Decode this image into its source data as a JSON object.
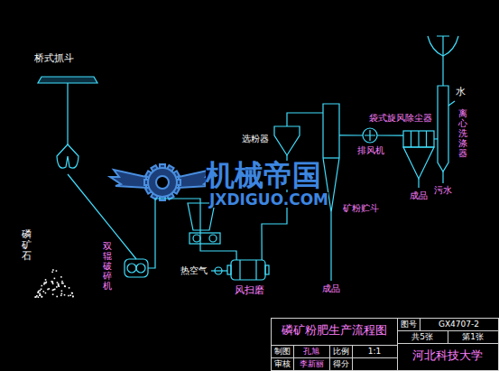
{
  "diagram": {
    "title": "磷矿粉肥生产流程图",
    "nodes": [
      {
        "text": [
          "桥式抓斗"
        ]
      },
      {
        "text": [
          "磷矿石"
        ]
      },
      {
        "text": [
          "双辊破碎机"
        ]
      },
      {
        "text": [
          "风扫磨"
        ]
      },
      {
        "text": [
          "选粉器"
        ]
      },
      {
        "text": [
          "矿粉贮斗"
        ]
      },
      {
        "text": [
          "排风机"
        ]
      },
      {
        "text": [
          "袋式旋风除尘器"
        ]
      },
      {
        "text": [
          "离心洗涤器"
        ]
      }
    ],
    "edges": [
      {
        "from": 0,
        "to": 2,
        "arrow": "none"
      },
      {
        "from": 2,
        "to": 3,
        "arrow": "none"
      },
      {
        "from": 3,
        "to": 4,
        "arrow": "none"
      },
      {
        "from": 4,
        "to": 5,
        "arrow": "none"
      },
      {
        "from": 5,
        "to": 6,
        "arrow": "none"
      },
      {
        "from": 6,
        "to": 7,
        "arrow": "none"
      },
      {
        "from": 7,
        "to": 8,
        "arrow": "none"
      }
    ],
    "labels": [
      "机械帝国",
      "JXDIGUO.COM",
      "热空气",
      "成品",
      "成品",
      "水",
      "污水",
      "图号",
      "GX4707-2",
      "共5张",
      "第1张",
      "制图",
      "孔旭",
      "比例",
      "1:1",
      "审核",
      "李新丽",
      "得分",
      "河北科技大学"
    ]
  }
}
